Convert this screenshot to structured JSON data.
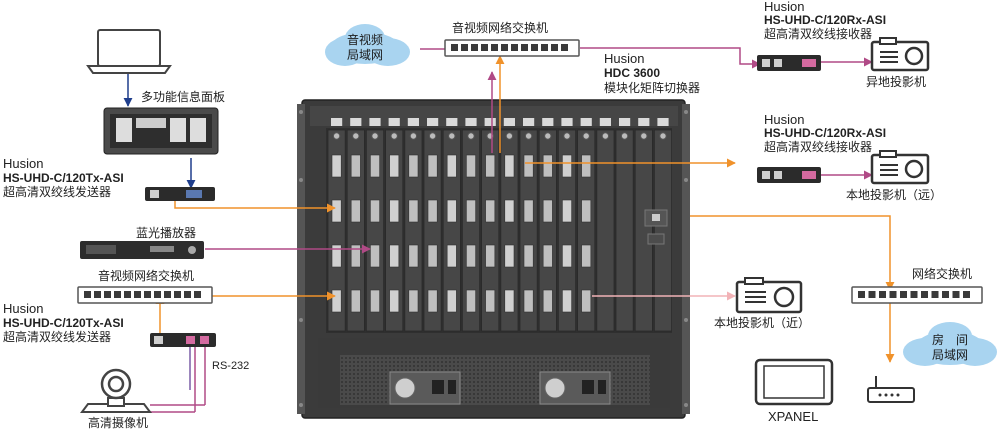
{
  "diagram": {
    "labels": {
      "matrix_brand": "Husion",
      "matrix_model": "HDC 3600",
      "matrix_desc": "模块化矩阵切换器",
      "av_switch_top": "音视频网络交换机",
      "av_switch_left": "音视频网络交换机",
      "net_switch": "网络交换机",
      "info_panel": "多功能信息面板",
      "bluray": "蓝光播放器",
      "camera": "高清摄像机",
      "rs232": "RS-232",
      "xpanel": "XPANEL",
      "cloud_av_line1": "音视频",
      "cloud_av_line2": "局域网",
      "cloud_room_line1": "房　间",
      "cloud_room_line2": "局域网",
      "rx_remote_brand": "Husion",
      "rx_remote_model": "HS-UHD-C/120Rx-ASI",
      "rx_remote_desc": "超高清双绞线接收器",
      "proj_remote": "异地投影机",
      "rx_local_brand": "Husion",
      "rx_local_model": "HS-UHD-C/120Rx-ASI",
      "rx_local_desc": "超高清双绞线接收器",
      "proj_local_far": "本地投影机（远）",
      "proj_local_near": "本地投影机（近）",
      "tx1_brand": "Husion",
      "tx1_model": "HS-UHD-C/120Tx-ASI",
      "tx1_desc": "超高清双绞线发送器",
      "tx2_brand": "Husion",
      "tx2_model": "HS-UHD-C/120Tx-ASI",
      "tx2_desc": "超高清双绞线发送器"
    },
    "colors": {
      "orange": "#f0922b",
      "magenta": "#b04a86",
      "pink": "#f2b3b7",
      "blue": "#1f3e8c",
      "purple": "#7b5ea7",
      "chassis": "#3f3f3f",
      "cloud": "#a9d4f0"
    }
  }
}
